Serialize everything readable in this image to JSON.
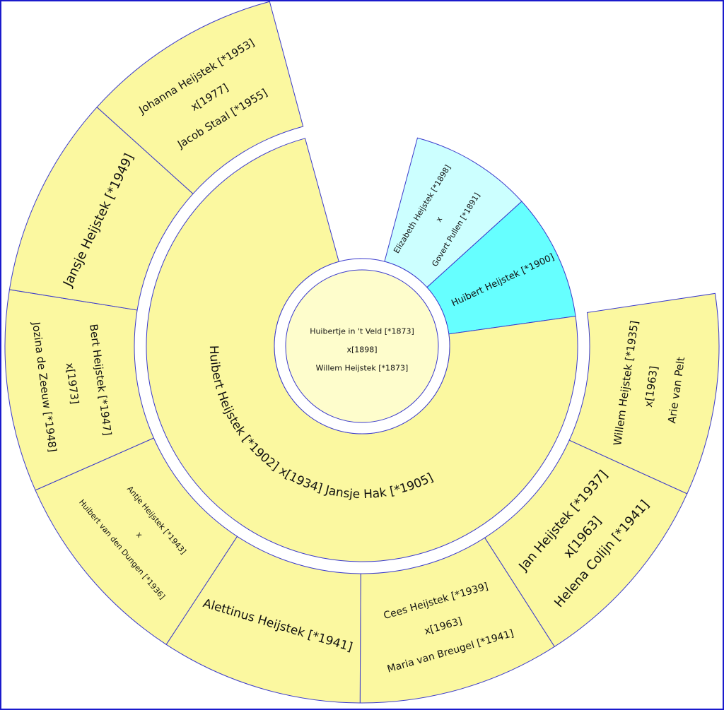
{
  "colors": {
    "yellow": "#fbf8a0",
    "center": "#fefdcc",
    "light_cyan": "#ccffff",
    "cyan": "#66ffff",
    "stroke": "#3a3acc"
  },
  "center": {
    "lines": [
      "Huibertje in 't Veld [*1873]",
      "x[1898]",
      "Willem Heijstek [*1873]"
    ]
  },
  "middle_ring": [
    {
      "lines": [
        "Elizabeth Heijstek [*1898]",
        "x",
        "Govert Pullen [*1891]"
      ],
      "color": "light_cyan"
    },
    {
      "lines": [
        "Huibert Heijstek [*1900]"
      ],
      "color": "cyan"
    },
    {
      "lines": [
        "Huibert Heijstek [*1902] x[1934] Jansje Hak [*1905]"
      ],
      "color": "yellow"
    }
  ],
  "outer_ring": [
    {
      "lines": [
        "Willem Heijstek [*1935]",
        "x[1963]",
        "Arie van Pelt"
      ]
    },
    {
      "lines": [
        "Jan Heijstek [*1937]",
        "x[1963]",
        "Helena Colijn [*1941]"
      ]
    },
    {
      "lines": [
        "Cees Heijstek [*1939]",
        "x[1963]",
        "Maria van Breugel [*1941]"
      ]
    },
    {
      "lines": [
        "Alettinus Heijstek [*1941]"
      ]
    },
    {
      "lines": [
        "Antje Heijstek [*1943]",
        "x",
        "Huibert van den Dungen [*1936]"
      ]
    },
    {
      "lines": [
        "Bert Heijstek [*1947]",
        "x[1973]",
        "Jozina de Zeeuw [*1948]"
      ]
    },
    {
      "lines": [
        "Jansje Heijstek [*1949]"
      ]
    },
    {
      "lines": [
        "Johanna Heijstek [*1953]",
        "x[1977]",
        "Jacob Staal [*1955]"
      ]
    }
  ]
}
